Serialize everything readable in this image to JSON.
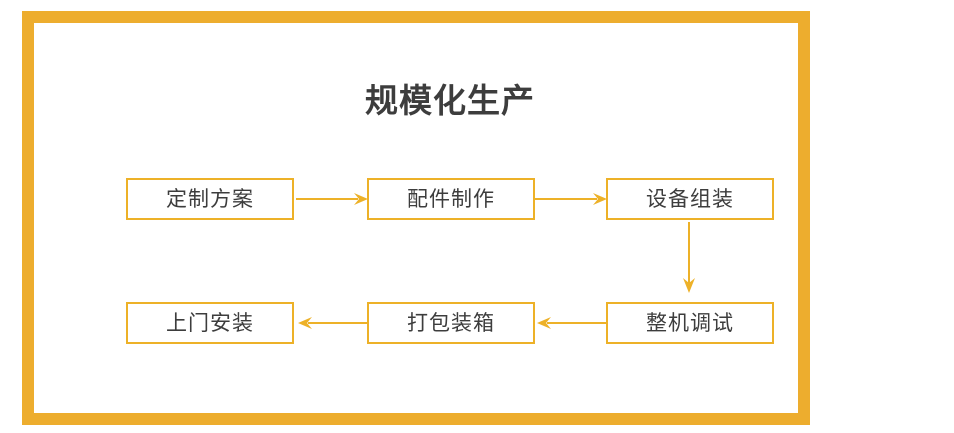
{
  "frame": {
    "border_color": "#edad2e",
    "background_color": "#ffffff"
  },
  "header": {
    "title": "规模化生产",
    "title_color": "#3d3d3d"
  },
  "diagram": {
    "type": "flowchart",
    "accent_color": "#edb128",
    "node_text_color": "#3d3d3d",
    "rows": [
      {
        "name": "top-row",
        "direction": "left-to-right",
        "nodes": [
          {
            "id": "step-1",
            "label": "定制方案"
          },
          {
            "id": "step-2",
            "label": "配件制作"
          },
          {
            "id": "step-3",
            "label": "设备组装"
          }
        ]
      },
      {
        "name": "bottom-row",
        "direction": "right-to-left",
        "nodes": [
          {
            "id": "step-6",
            "label": "上门安装"
          },
          {
            "id": "step-5",
            "label": "打包装箱"
          },
          {
            "id": "step-4",
            "label": "整机调试"
          }
        ]
      }
    ],
    "connectors": [
      {
        "id": "arrow-1",
        "from": "step-1",
        "to": "step-2",
        "direction": "right"
      },
      {
        "id": "arrow-2",
        "from": "step-2",
        "to": "step-3",
        "direction": "right"
      },
      {
        "id": "arrow-3",
        "from": "step-3",
        "to": "step-4",
        "direction": "down"
      },
      {
        "id": "arrow-4",
        "from": "step-4",
        "to": "step-5",
        "direction": "left"
      },
      {
        "id": "arrow-5",
        "from": "step-5",
        "to": "step-6",
        "direction": "left"
      }
    ]
  }
}
